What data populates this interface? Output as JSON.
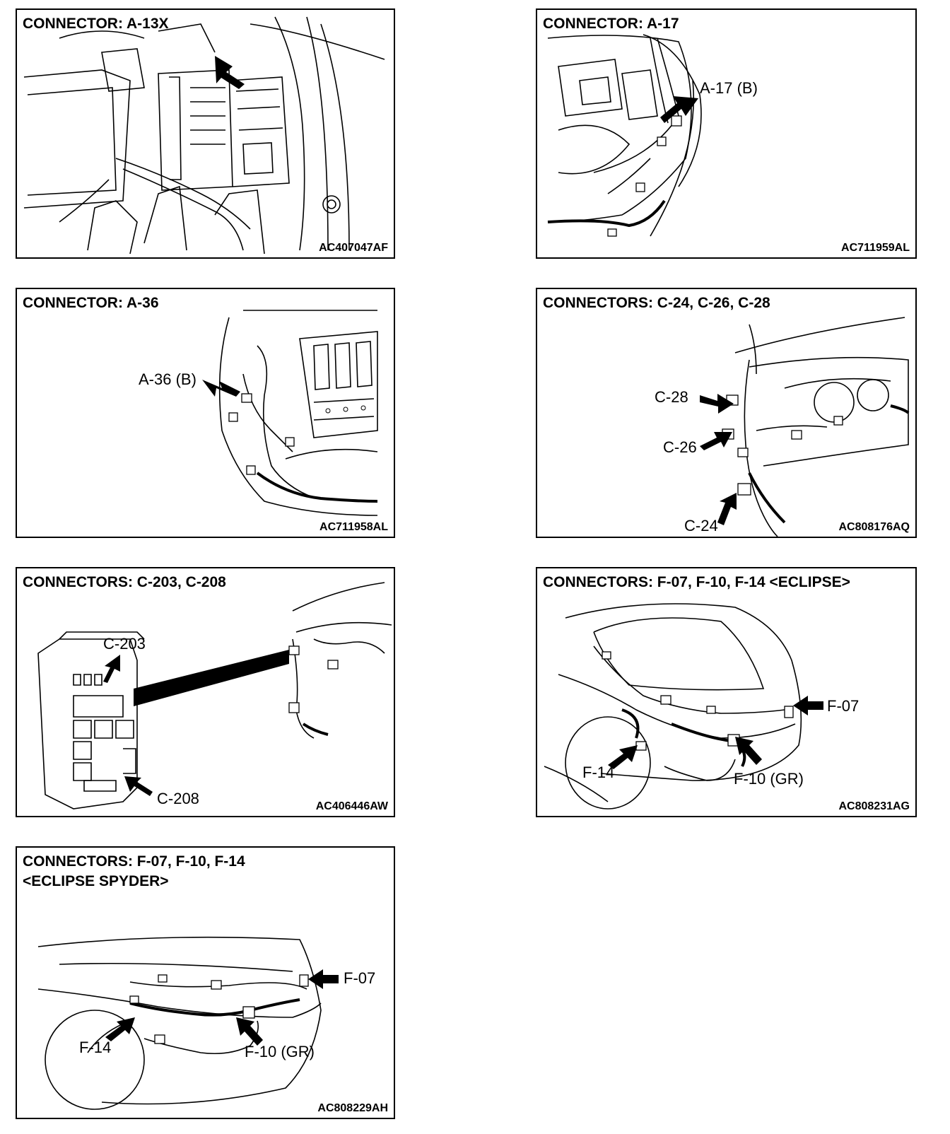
{
  "panels": [
    {
      "title": "CONNECTOR: A-13X",
      "code": "AC407047AF",
      "labels": []
    },
    {
      "title": "CONNECTOR: A-17",
      "code": "AC711959AL",
      "labels": [
        "A-17 (B)"
      ]
    },
    {
      "title": "CONNECTOR: A-36",
      "code": "AC711958AL",
      "labels": [
        "A-36 (B)"
      ]
    },
    {
      "title": "CONNECTORS: C-24, C-26, C-28",
      "code": "AC808176AQ",
      "labels": [
        "C-28",
        "C-26",
        "C-24"
      ]
    },
    {
      "title": "CONNECTORS: C-203, C-208",
      "code": "AC406446AW",
      "labels": [
        "C-203",
        "C-208"
      ]
    },
    {
      "title": "CONNECTORS: F-07, F-10, F-14 <ECLIPSE>",
      "code": "AC808231AG",
      "labels": [
        "F-07",
        "F-14",
        "F-10 (GR)"
      ]
    },
    {
      "title": "CONNECTORS: F-07, F-10, F-14\n<ECLIPSE SPYDER>",
      "code": "AC808229AH",
      "labels": [
        "F-07",
        "F-14",
        "F-10 (GR)"
      ]
    }
  ]
}
